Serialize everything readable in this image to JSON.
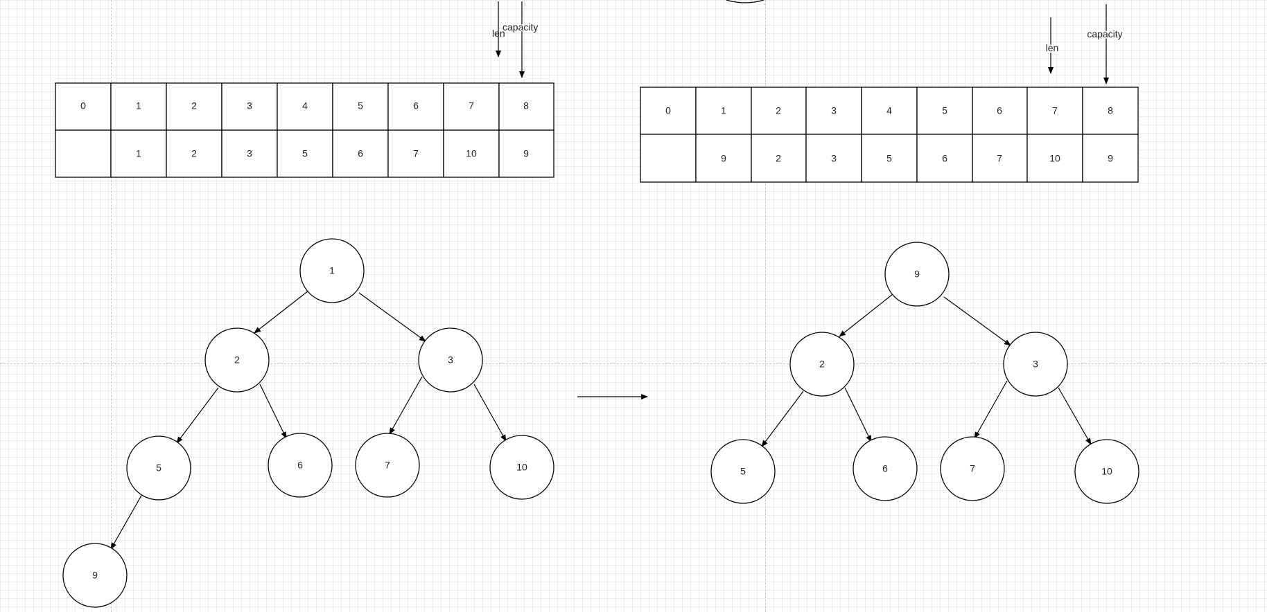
{
  "left": {
    "index_row": [
      "0",
      "1",
      "2",
      "3",
      "4",
      "5",
      "6",
      "7",
      "8"
    ],
    "value_row": [
      "",
      "1",
      "2",
      "3",
      "5",
      "6",
      "7",
      "10",
      "9"
    ],
    "pointers": {
      "len": "len",
      "capacity": "capacity"
    },
    "tree": {
      "root": "1",
      "l": "2",
      "r": "3",
      "ll": "5",
      "lr": "6",
      "rl": "7",
      "rr": "10",
      "lll": "9"
    }
  },
  "right": {
    "index_row": [
      "0",
      "1",
      "2",
      "3",
      "4",
      "5",
      "6",
      "7",
      "8"
    ],
    "value_row": [
      "",
      "9",
      "2",
      "3",
      "5",
      "6",
      "7",
      "10",
      "9"
    ],
    "pointers": {
      "len": "len",
      "capacity": "capacity"
    },
    "tree": {
      "root": "9",
      "l": "2",
      "r": "3",
      "ll": "5",
      "lr": "6",
      "rl": "7",
      "rr": "10"
    }
  }
}
